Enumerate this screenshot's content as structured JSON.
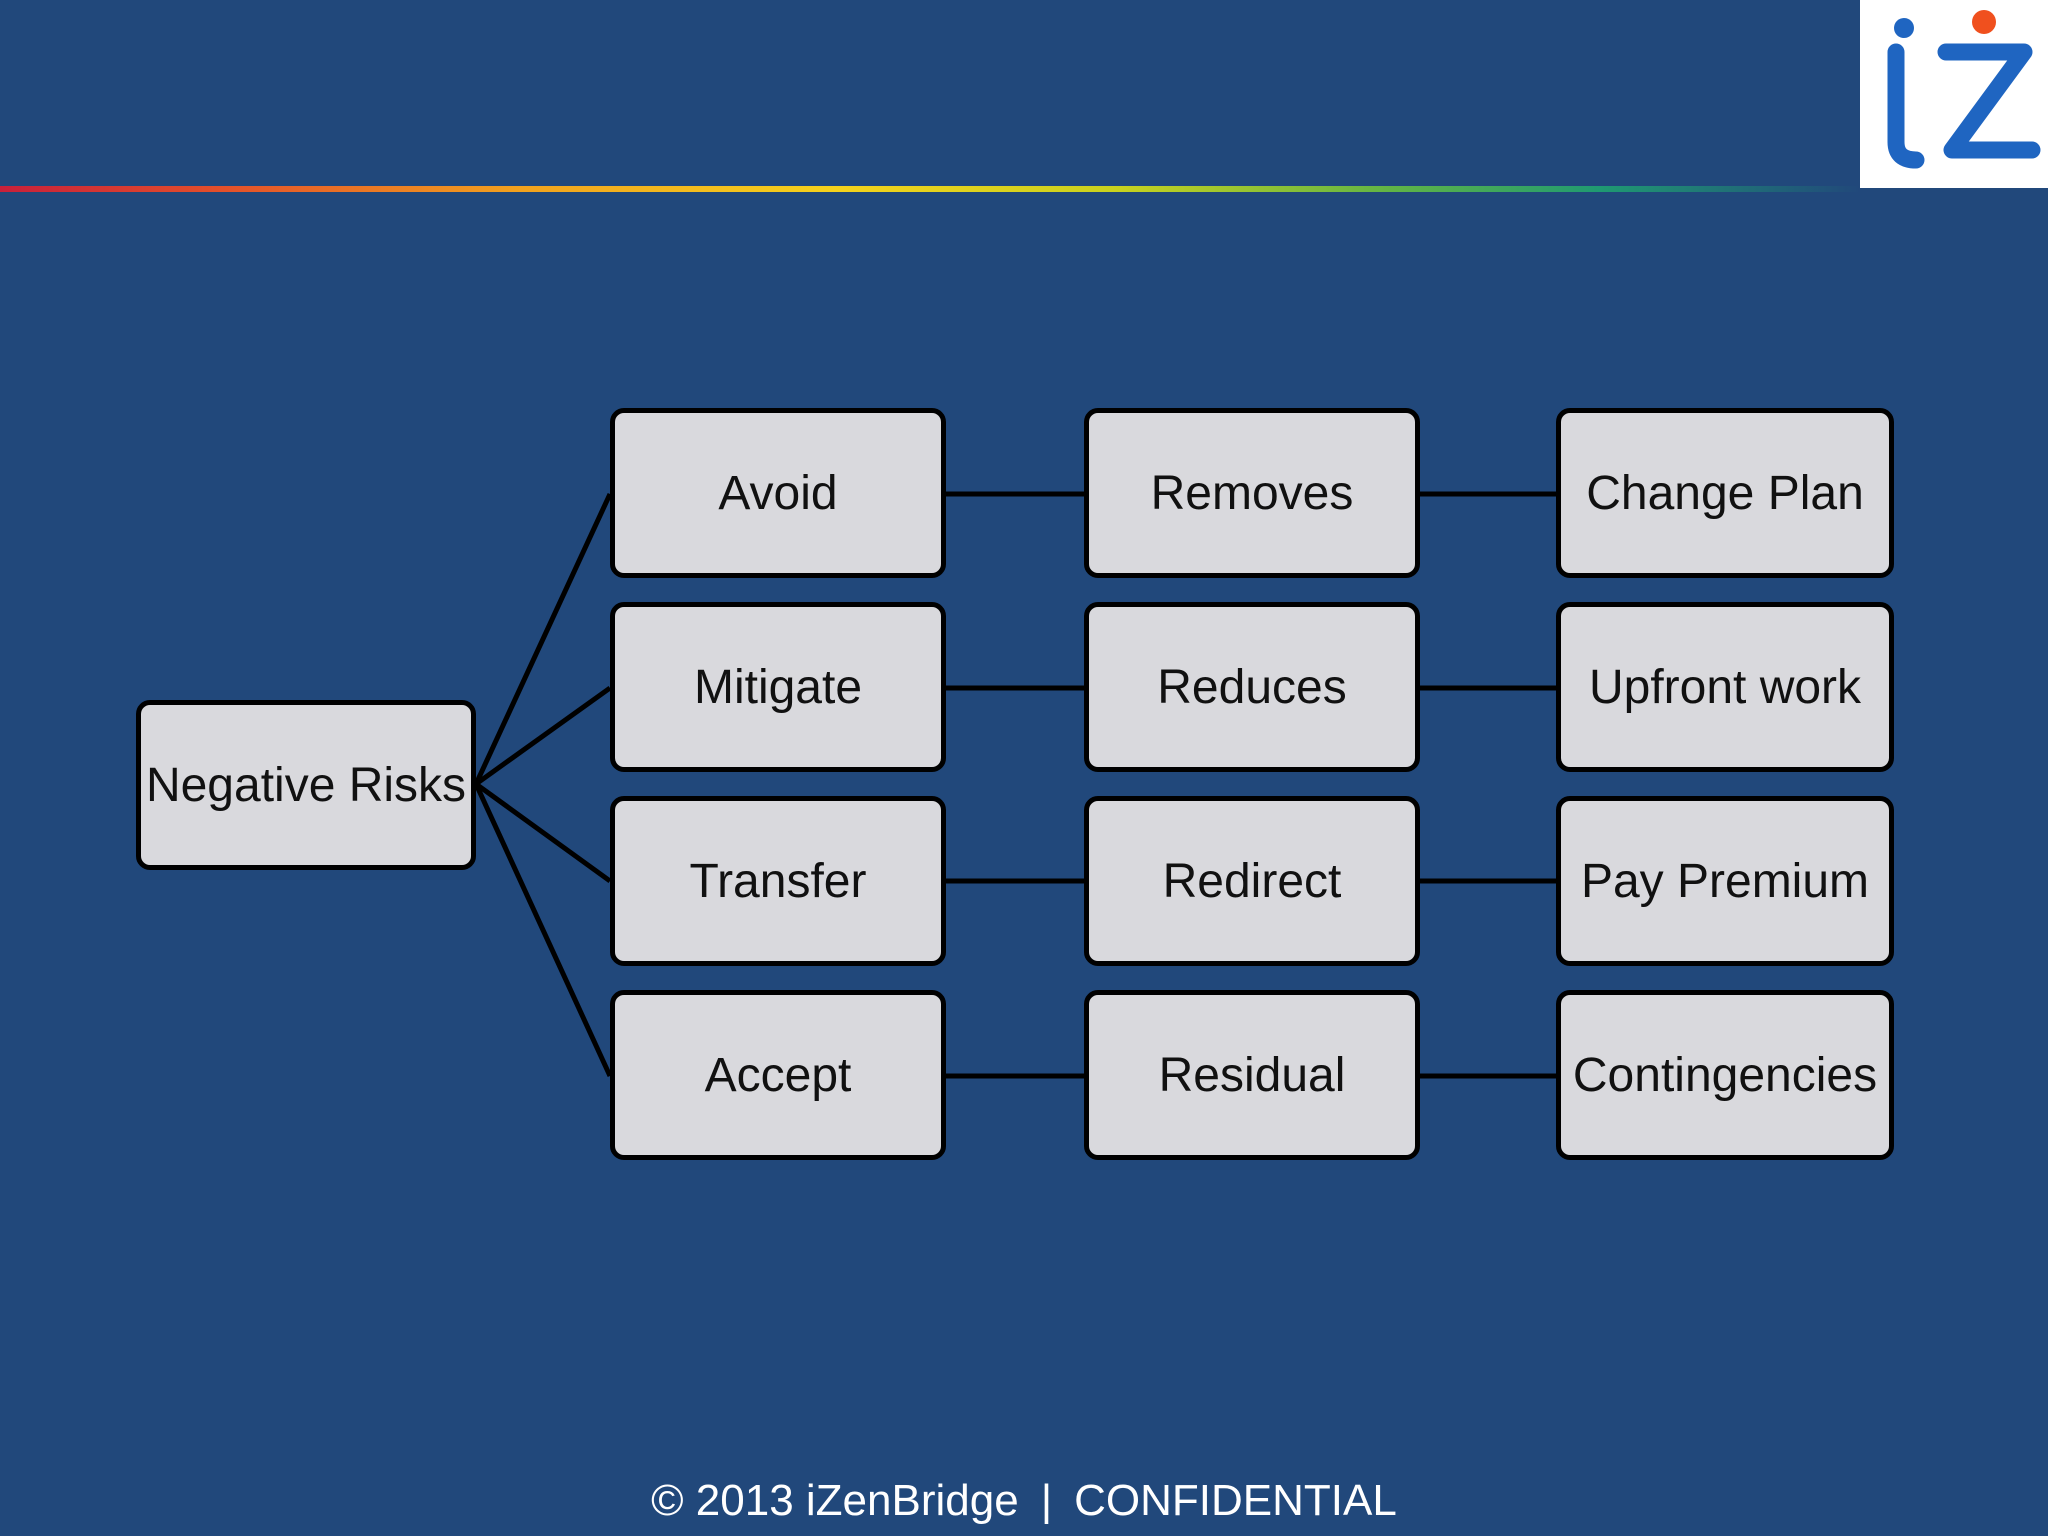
{
  "logo": {
    "text": "iZ",
    "colors": {
      "letters": "#1f65c1",
      "dot": "#f0501e"
    }
  },
  "diagram": {
    "root": "Negative Risks",
    "strategies": [
      "Avoid",
      "Mitigate",
      "Transfer",
      "Accept"
    ],
    "effects": [
      "Removes",
      "Reduces",
      "Redirect",
      "Residual"
    ],
    "actions": [
      "Change Plan",
      "Upfront work",
      "Pay Premium",
      "Contingencies"
    ]
  },
  "footer": {
    "copyright": "© 2013 iZenBridge",
    "separator": "|",
    "label": "CONFIDENTIAL"
  },
  "colors": {
    "background": "#21487b",
    "node_fill": "#d9d9dd",
    "node_border": "#000000"
  }
}
